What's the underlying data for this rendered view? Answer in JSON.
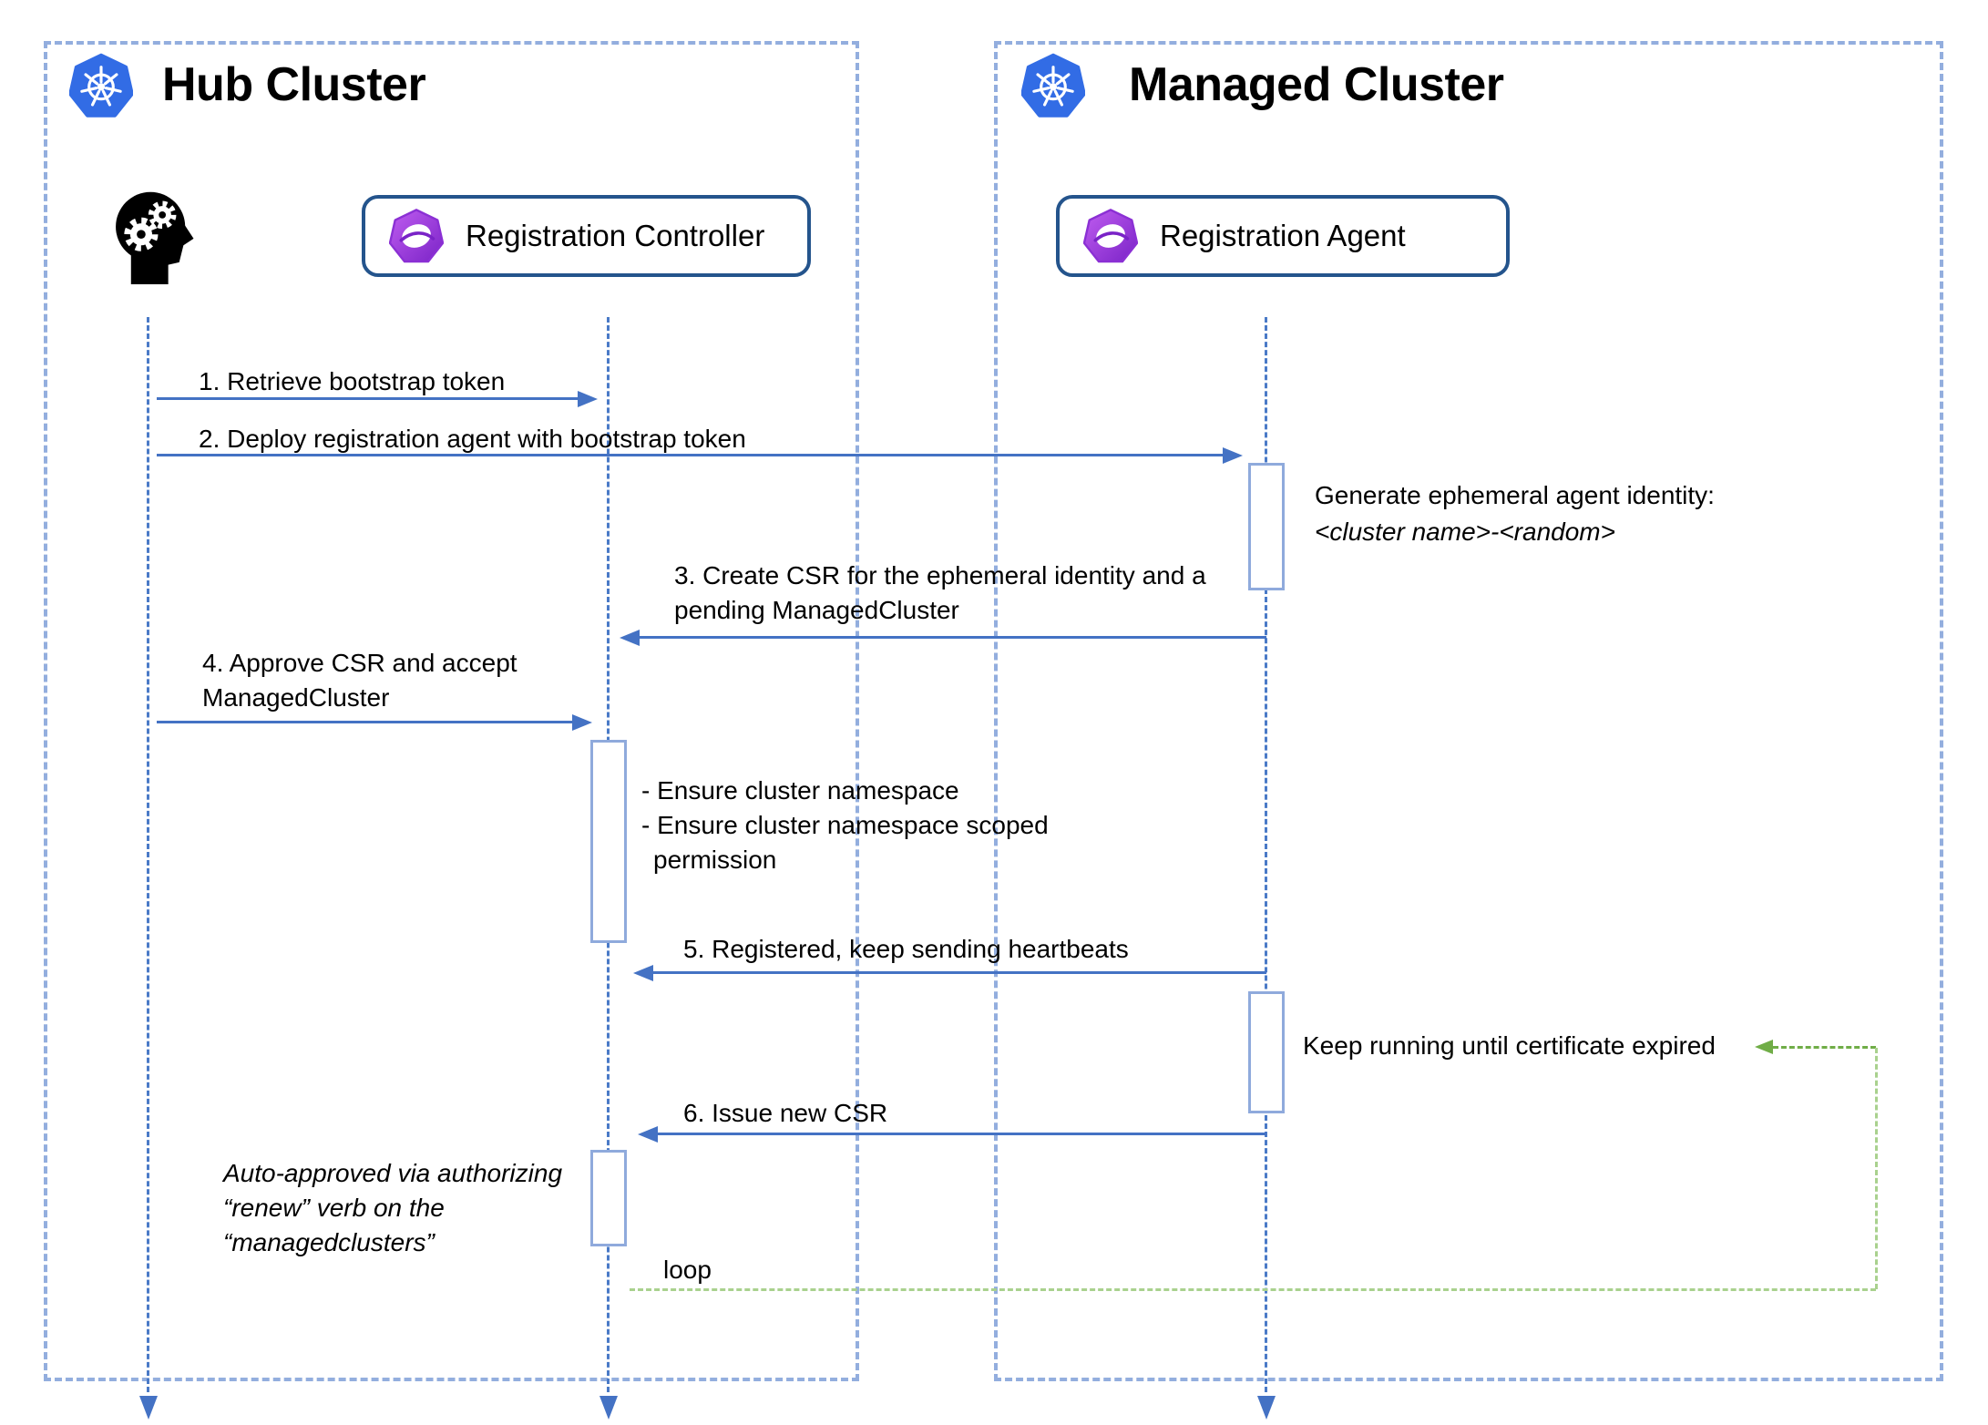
{
  "hub": {
    "title": "Hub Cluster"
  },
  "managed": {
    "title": "Managed Cluster"
  },
  "participants": {
    "controller": "Registration Controller",
    "agent": "Registration Agent"
  },
  "messages": {
    "m1": "1. Retrieve bootstrap token",
    "m2": "2. Deploy registration agent with bootstrap token",
    "m3_line1": "3. Create CSR for the ephemeral identity and a",
    "m3_line2": "pending ManagedCluster",
    "m4_line1": "4. Approve CSR and accept",
    "m4_line2": "ManagedCluster",
    "m5": "5. Registered, keep sending heartbeats",
    "m6": "6. Issue new CSR"
  },
  "notes": {
    "identity_line1": "Generate ephemeral agent identity:",
    "identity_line2": "<cluster name>-<random>",
    "ensure_line1": "- Ensure cluster namespace",
    "ensure_line2": "- Ensure cluster namespace scoped",
    "ensure_line3": "permission",
    "keep_running": "Keep running until certificate expired",
    "auto_line1": "Auto-approved via authorizing",
    "auto_line2": "“renew” verb on the",
    "auto_line3": "“managedclusters”",
    "loop_label": "loop"
  },
  "colors": {
    "arrow_blue": "#4472c4",
    "lifeline_blue": "#4a7ac7",
    "activation_border": "#8faadc",
    "cluster_border": "#93aede",
    "participant_border": "#24548c",
    "kubernetes_blue": "#326ce5",
    "ocm_purple": "#9333ea",
    "loop_green_dark": "#70ad47",
    "loop_green_light": "#a9d18e"
  }
}
